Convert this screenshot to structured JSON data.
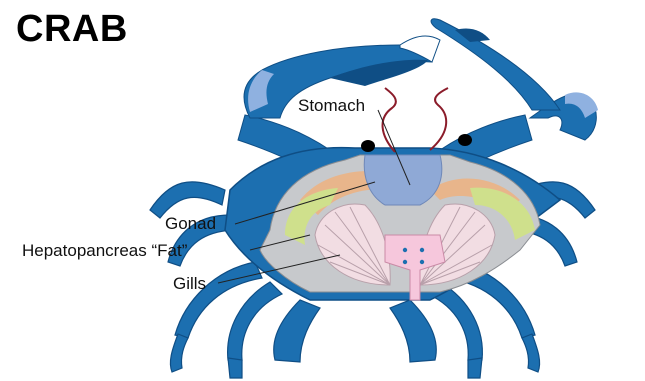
{
  "title": "CRAB",
  "labels": {
    "stomach": "Stomach",
    "gonad": "Gonad",
    "hepatopancreas": "Hepatopancreas “Fat”",
    "gills": "Gills"
  },
  "colors": {
    "shell_blue": "#1c6fb0",
    "shell_light": "#5aa2d8",
    "claw_tip": "#8fb1e0",
    "interior_gray": "#c7c9cc",
    "stomach_blue": "#8fa9d6",
    "gonad_orange": "#e8b58b",
    "hepatopancreas_green": "#cfe08c",
    "gills_pink": "#f2dde3",
    "heart_pink": "#f6c7dc",
    "antenna_red": "#8b1c2a"
  }
}
